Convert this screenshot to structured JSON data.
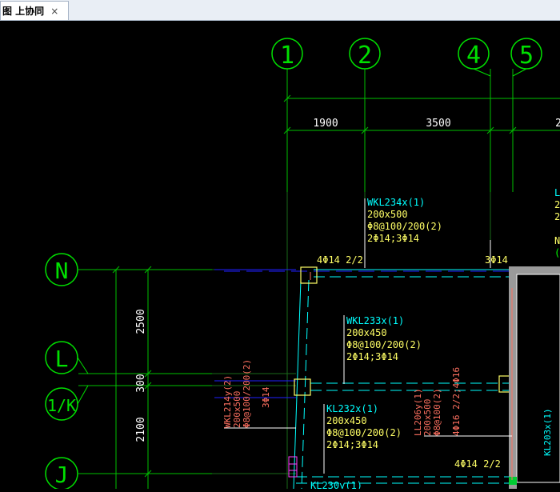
{
  "tab": {
    "title": "图 上协同",
    "close_glyph": "×"
  },
  "colors": {
    "background": "#000000",
    "axis_line": "#00c000",
    "bubble": "#00e000",
    "beam_label": "#00ffff",
    "beam_text": "#ffff66",
    "column_label": "#ff7060",
    "dimension_text": "#ffffff",
    "wall": "#9a9a9a",
    "hidden_beam": "#2020ff"
  },
  "axes": {
    "columns": [
      "1",
      "2",
      "4",
      "5"
    ],
    "rows": [
      "N",
      "L",
      "1/K",
      "J"
    ]
  },
  "dimensions": {
    "horizontal": [
      "1900",
      "3500",
      "2"
    ],
    "vertical": [
      "2500",
      "300",
      "2100"
    ]
  },
  "beams": {
    "wkl234": {
      "name": "WKL234x(1)",
      "section": "200x500",
      "stirrup": "Φ8@100/200(2)",
      "rebar": "2Φ14;3Φ14"
    },
    "wkl233": {
      "name": "WKL233x(1)",
      "section": "200x450",
      "stirrup": "Φ8@100/200(2)",
      "rebar": "2Φ14;3Φ14"
    },
    "kl232": {
      "name": "KL232x(1)",
      "section": "200x450",
      "stirrup": "Φ8@100/200(2)",
      "rebar": "2Φ14;3Φ14"
    },
    "kl230": {
      "name": "KL230y(1)"
    },
    "right_cut": {
      "line1": "L",
      "line2": "2",
      "line3": "2",
      "line4": "N",
      "line5": "(N"
    }
  },
  "vertical_beams": {
    "wkl214": {
      "name": "WKL214y(2)",
      "section": "200x500",
      "stirrup": "Φ8@100/200(2)",
      "rebar": "3Φ14"
    },
    "ll206": {
      "name": "LL206y(1)",
      "section": "200x500",
      "stirrup": "Φ8@100(2)",
      "rebar": "4Φ16 2/2;4Φ16"
    },
    "kl203": {
      "name": "KL203x(1)"
    }
  },
  "rebar_notes": {
    "top_left": "4Φ14 2/2",
    "top_right": "3Φ14",
    "bottom": "4Φ14 2/2"
  }
}
